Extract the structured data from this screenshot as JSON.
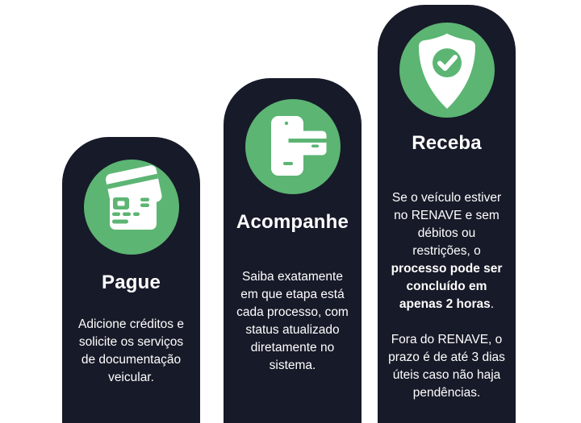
{
  "colors": {
    "pillar_bg": "#171A28",
    "accent_green": "#5CB573",
    "text": "#FFFFFF",
    "page_bg": "#FFFFFF"
  },
  "pillars": [
    {
      "id": "pague",
      "icon": "credit-cards-icon",
      "title": "Pague",
      "paragraphs": [
        [
          {
            "text": "Adicione créditos e solicite os serviços de documentação veicular.",
            "bold": false
          }
        ]
      ]
    },
    {
      "id": "acompanhe",
      "icon": "phone-card-icon",
      "title": "Acompanhe",
      "paragraphs": [
        [
          {
            "text": "Saiba exatamente em que etapa está cada processo, com status atualizado diretamente no sistema.",
            "bold": false
          }
        ]
      ]
    },
    {
      "id": "receba",
      "icon": "shield-check-icon",
      "title": "Receba",
      "paragraphs": [
        [
          {
            "text": "Se o veículo estiver no RENAVE e sem débitos ou restrições, o ",
            "bold": false
          },
          {
            "text": "processo pode ser concluído em apenas 2 horas",
            "bold": true
          },
          {
            "text": ".",
            "bold": false
          }
        ],
        [
          {
            "text": "Fora do RENAVE, o prazo é de até 3 dias úteis caso não haja pendências.",
            "bold": false
          }
        ]
      ]
    }
  ]
}
